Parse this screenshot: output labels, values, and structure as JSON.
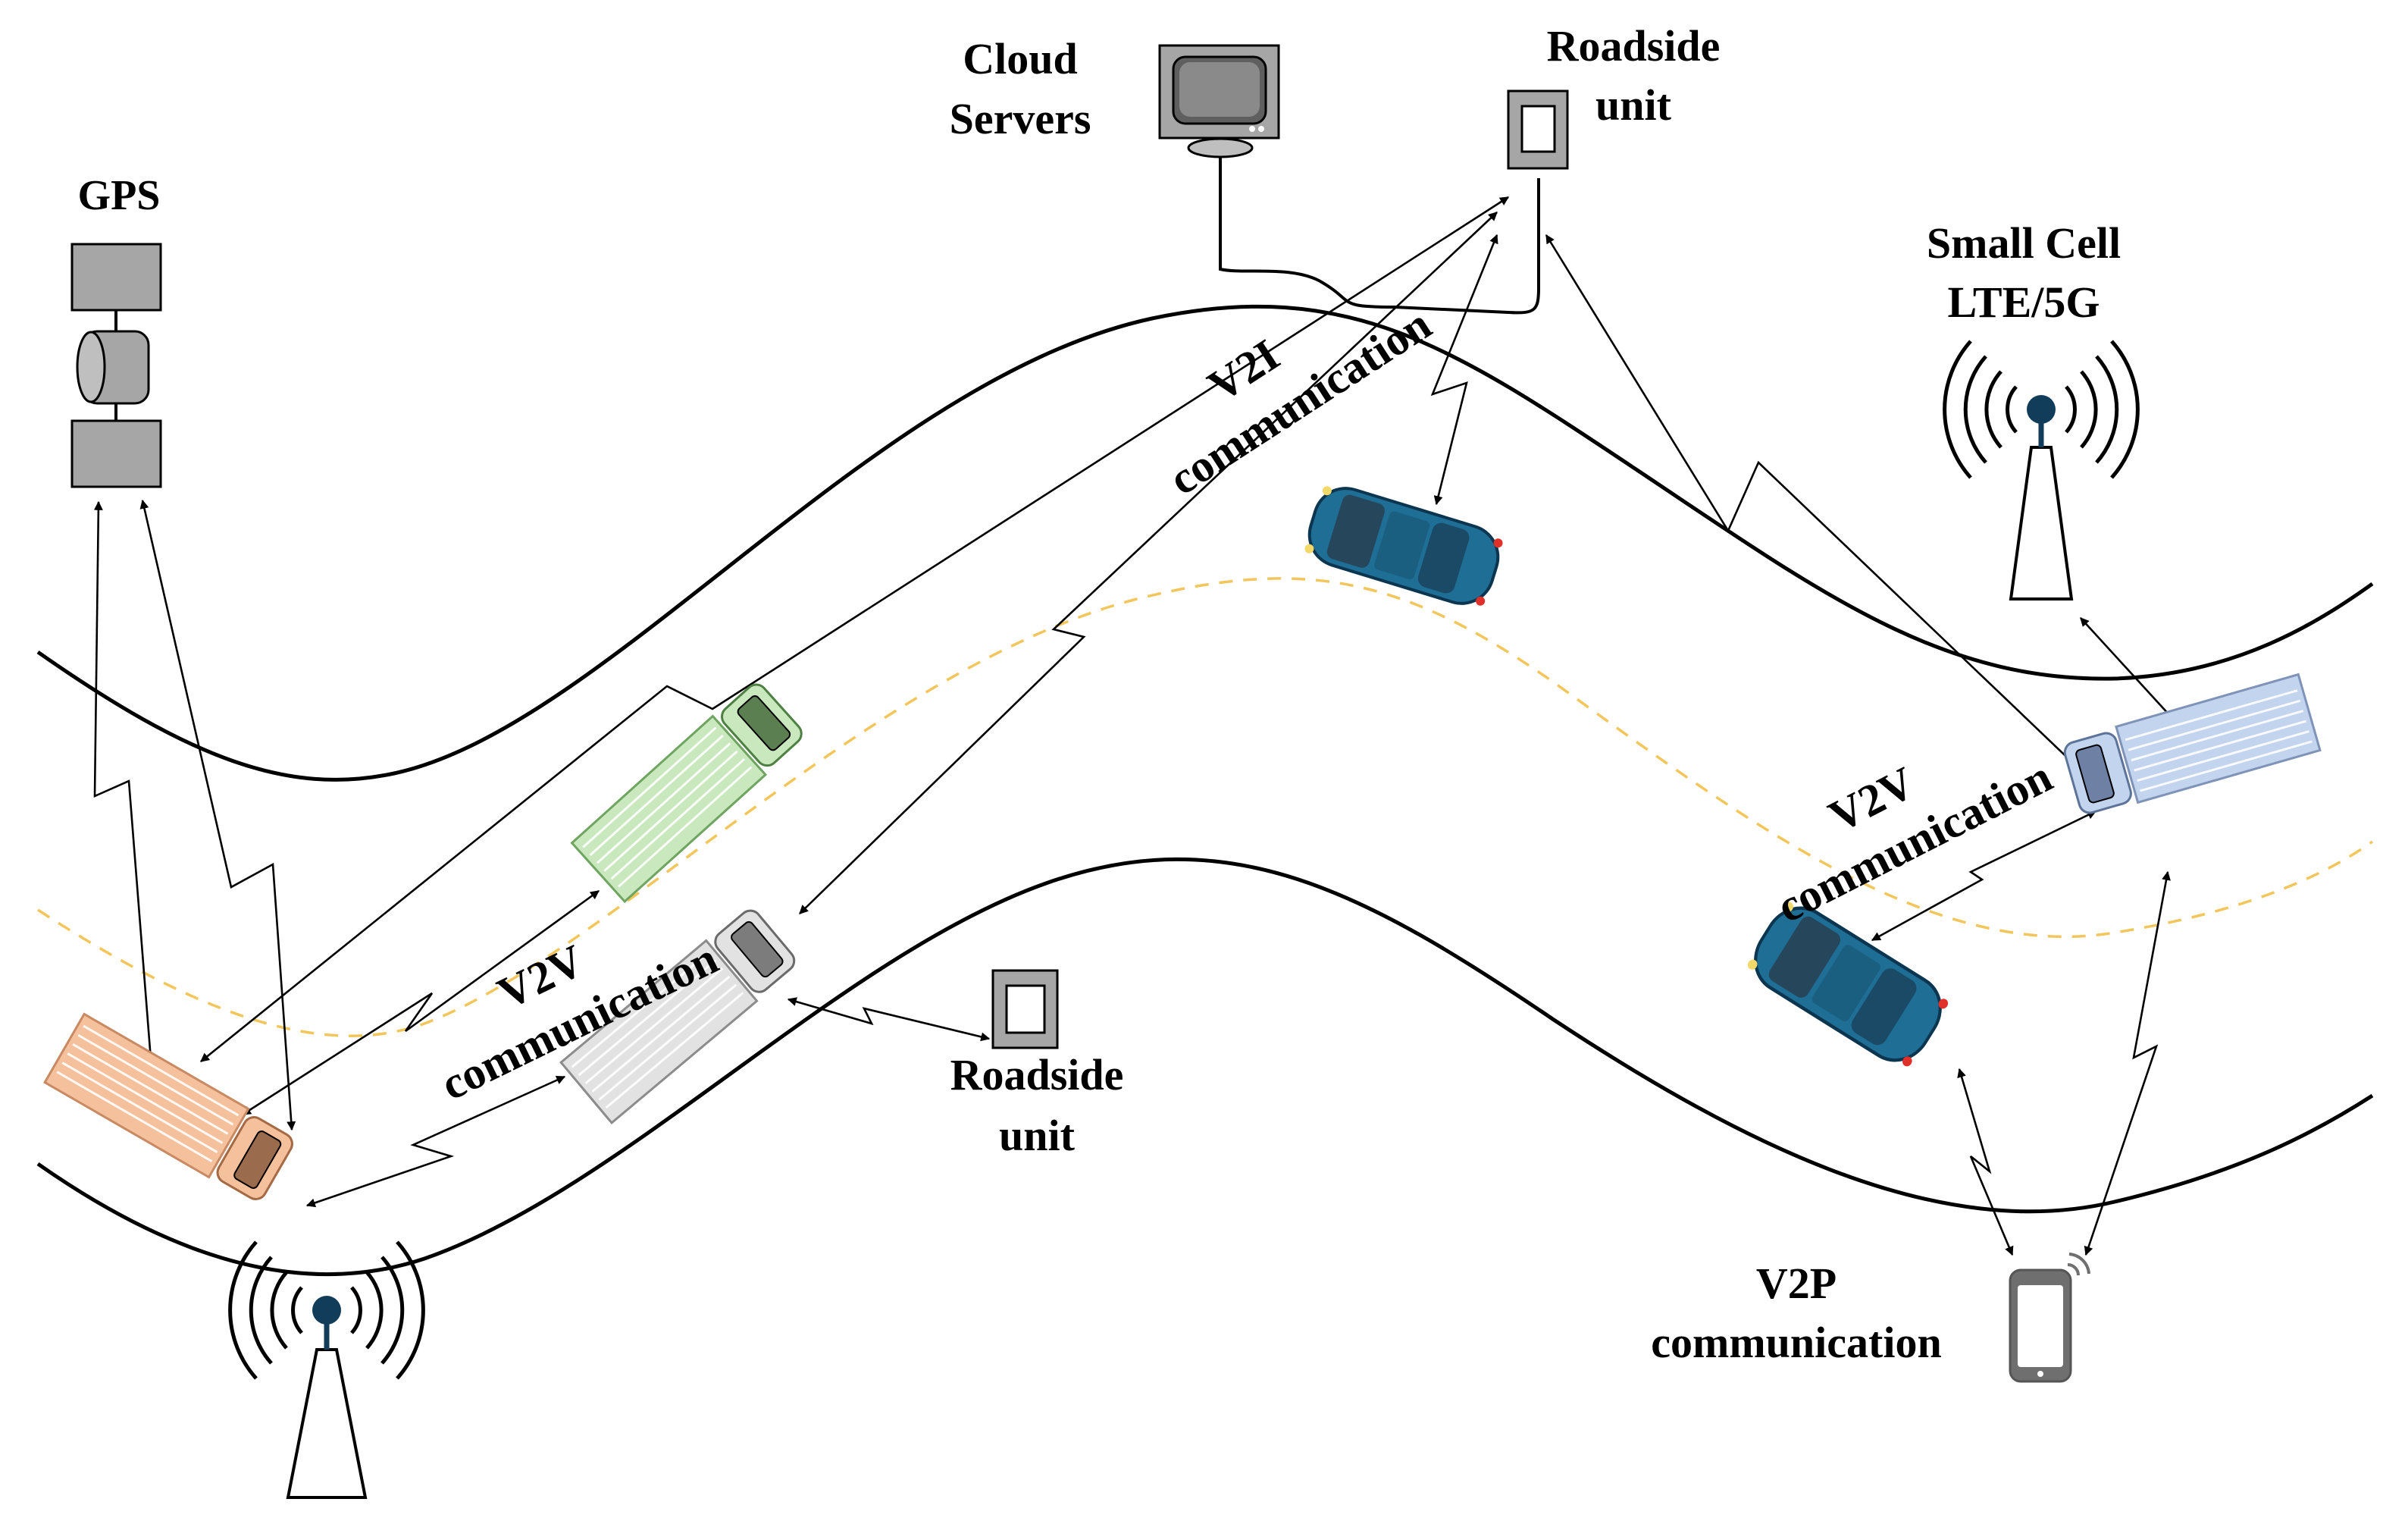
{
  "colors": {
    "lane_marking": "#f2c65c",
    "device_gray": "#a6a6a6",
    "antenna_head": "#123d5a",
    "blue_car": "#1f6e95",
    "truck_orange": "#f5c19c",
    "truck_green": "#c9e8bd",
    "truck_white": "#e2e2e2",
    "truck_blue": "#c3d4ee"
  },
  "labels": {
    "gps": "GPS",
    "cloud_line1": "Cloud",
    "cloud_line2": "Servers",
    "rsu_top_line1": "Roadside",
    "rsu_top_line2": "unit",
    "small_cell_line1": "Small Cell",
    "small_cell_line2": "LTE/5G",
    "v2i_line1": "V2I",
    "v2i_line2": "communication",
    "v2v_left_line1": "V2V",
    "v2v_left_line2": "communication",
    "v2v_right_line1": "V2V",
    "v2v_right_line2": "communication",
    "rsu_bottom_line1": "Roadside",
    "rsu_bottom_line2": "unit",
    "v2p_line1": "V2P",
    "v2p_line2": "communication"
  },
  "icons": {
    "gps": "gps-satellite-icon",
    "cloud": "cloud-server-monitor-icon",
    "rsu": "roadside-unit-icon",
    "cell_tower": "cell-tower-icon",
    "phone": "smartphone-icon",
    "car": "car-icon",
    "truck": "truck-icon"
  }
}
